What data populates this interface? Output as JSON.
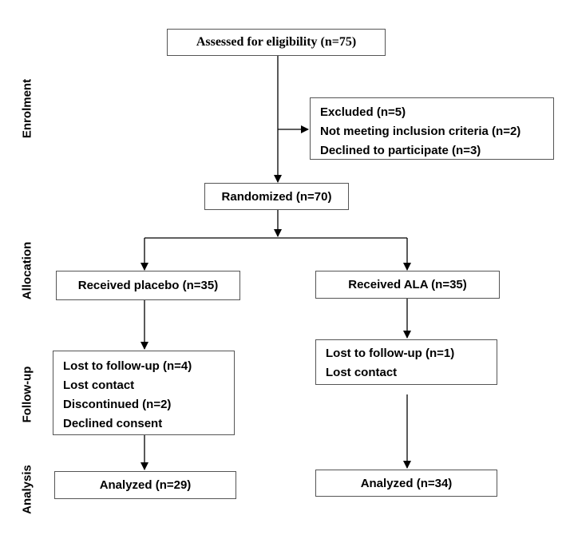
{
  "stages": {
    "enrolment": "Enrolment",
    "allocation": "Allocation",
    "follow_up": "Follow-up",
    "analysis": "Analysis"
  },
  "boxes": {
    "assessed": "Assessed for eligibility (n=75)",
    "excluded": {
      "lines": [
        "Excluded (n=5)",
        "Not meeting inclusion criteria (n=2)",
        "Declined to participate (n=3)"
      ]
    },
    "randomized": "Randomized (n=70)",
    "placebo": "Received placebo (n=35)",
    "ala": "Received ALA (n=35)",
    "placebo_followup": {
      "lines": [
        "Lost to follow-up (n=4)",
        "Lost contact",
        "Discontinued (n=2)",
        "Declined consent"
      ]
    },
    "ala_followup": {
      "lines": [
        "Lost to follow-up (n=1)",
        "Lost contact"
      ]
    },
    "placebo_analyzed": "Analyzed (n=29)",
    "ala_analyzed": "Analyzed (n=34)"
  }
}
